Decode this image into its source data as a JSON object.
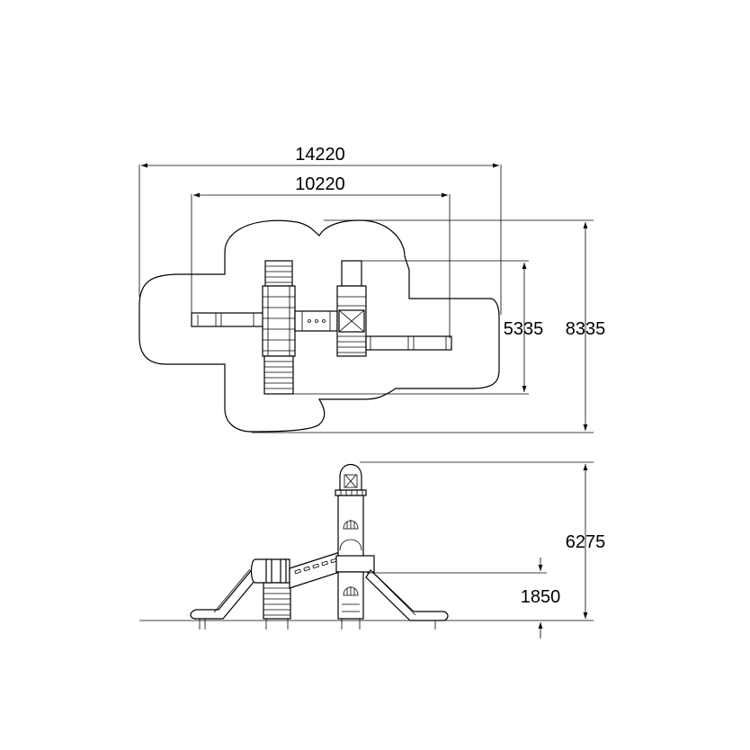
{
  "dimensions": {
    "overall_width": "14220",
    "inner_width": "10220",
    "inner_depth": "5335",
    "overall_depth": "8335",
    "total_height": "6275",
    "platform_height": "1850"
  },
  "colors": {
    "line": "#000000",
    "background": "#ffffff"
  }
}
